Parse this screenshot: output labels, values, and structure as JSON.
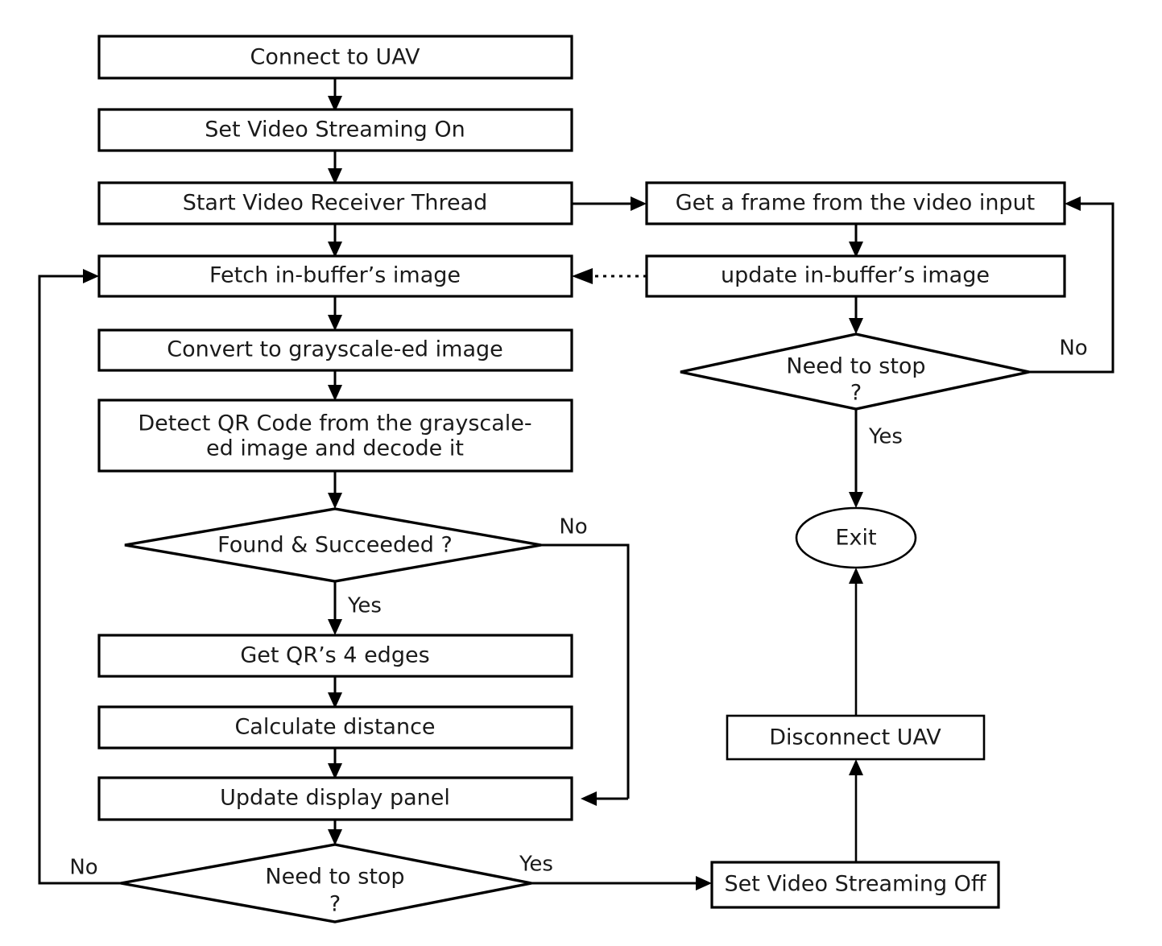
{
  "diagram": {
    "title": "UAV QR Code Detection Flowchart",
    "background_color": "#ffffff",
    "line_color": "#000000",
    "text_color": "#1a1a1a"
  },
  "nodes": {
    "connect_uav": {
      "label": "Connect to UAV",
      "shape": "process"
    },
    "set_streaming_on": {
      "label": "Set Video Streaming On",
      "shape": "process"
    },
    "start_receiver_thread": {
      "label": "Start Video Receiver Thread",
      "shape": "process"
    },
    "fetch_in_buffer": {
      "label": "Fetch in-buffer’s image",
      "shape": "process"
    },
    "convert_grayscale": {
      "label": "Convert to grayscale-ed image",
      "shape": "process"
    },
    "detect_qr_line1": {
      "label": "Detect QR Code from the grayscale-",
      "shape": "process"
    },
    "detect_qr_line2": {
      "label": "ed image and decode it",
      "shape": "process"
    },
    "found_succeeded": {
      "label": "Found & Succeeded ?",
      "shape": "decision"
    },
    "get_qr_edges": {
      "label": "Get QR’s 4 edges",
      "shape": "process"
    },
    "calculate_distance": {
      "label": "Calculate distance",
      "shape": "process"
    },
    "update_display_panel": {
      "label": "Update display panel",
      "shape": "process"
    },
    "need_to_stop_main_line1": {
      "label": "Need to stop",
      "shape": "decision"
    },
    "need_to_stop_main_line2": {
      "label": "?",
      "shape": "decision"
    },
    "set_streaming_off": {
      "label": "Set Video Streaming Off",
      "shape": "process"
    },
    "get_frame": {
      "label": "Get a frame from the video input",
      "shape": "process"
    },
    "update_in_buffer": {
      "label": "update in-buffer’s image",
      "shape": "process"
    },
    "need_to_stop_thread_line1": {
      "label": "Need to stop",
      "shape": "decision"
    },
    "need_to_stop_thread_line2": {
      "label": "?",
      "shape": "decision"
    },
    "exit": {
      "label": "Exit",
      "shape": "terminal"
    },
    "disconnect_uav": {
      "label": "Disconnect UAV",
      "shape": "process"
    }
  },
  "edge_labels": {
    "found_no": "No",
    "found_yes": "Yes",
    "main_stop_no": "No",
    "main_stop_yes": "Yes",
    "thread_stop_no": "No",
    "thread_stop_yes": "Yes"
  }
}
